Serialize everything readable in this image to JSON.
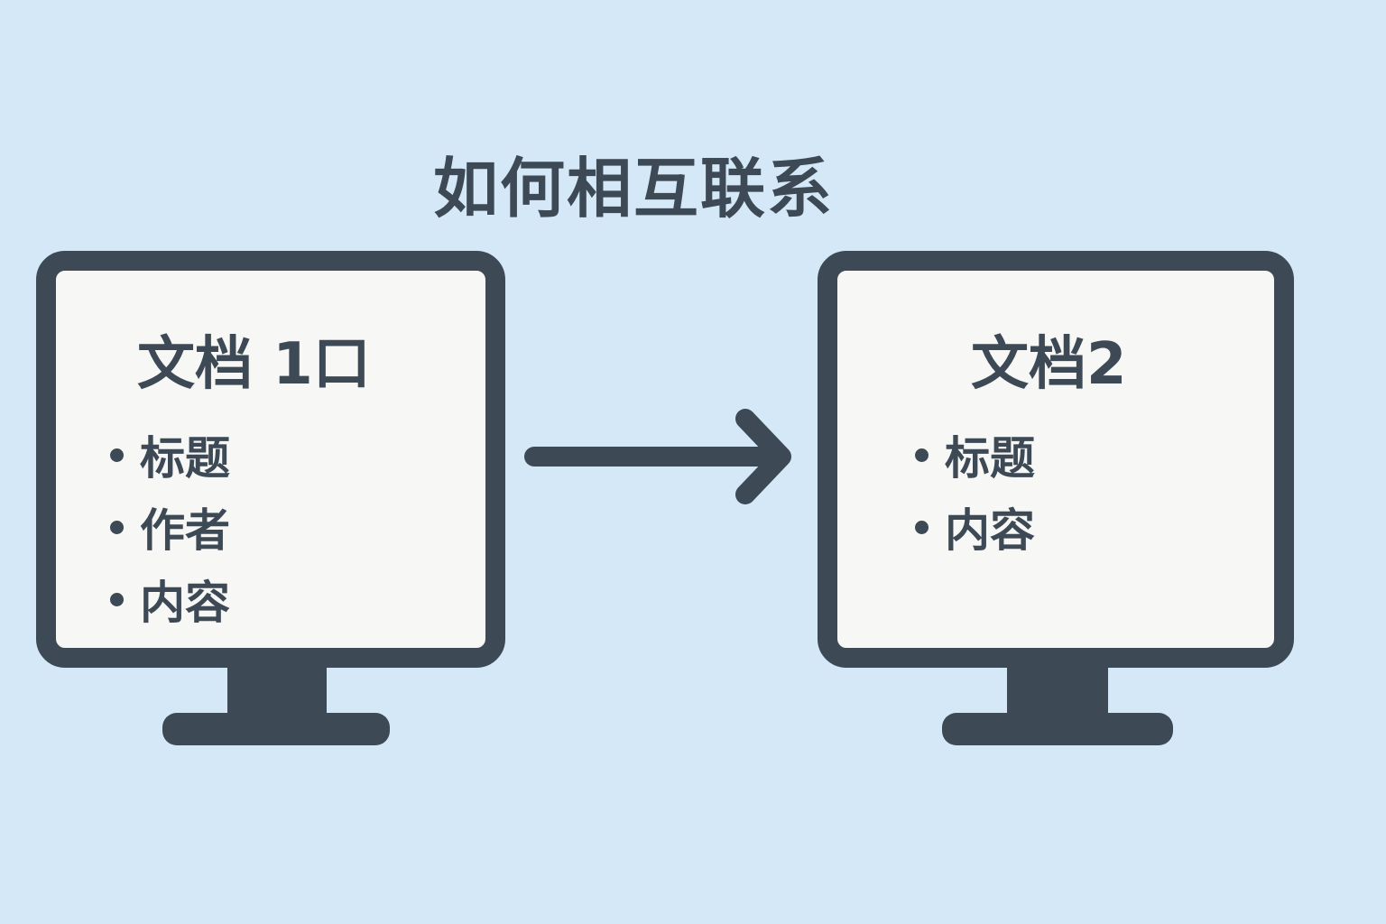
{
  "title": "如何相互联系",
  "documents": [
    {
      "title": "文档 1口",
      "items": [
        "标题",
        "作者",
        "内容"
      ]
    },
    {
      "title": "文档2",
      "items": [
        "标题",
        "内容"
      ]
    }
  ],
  "colors": {
    "background": "#d5e8f8",
    "dark": "#3d4a56",
    "screen": "#f7f7f5"
  }
}
